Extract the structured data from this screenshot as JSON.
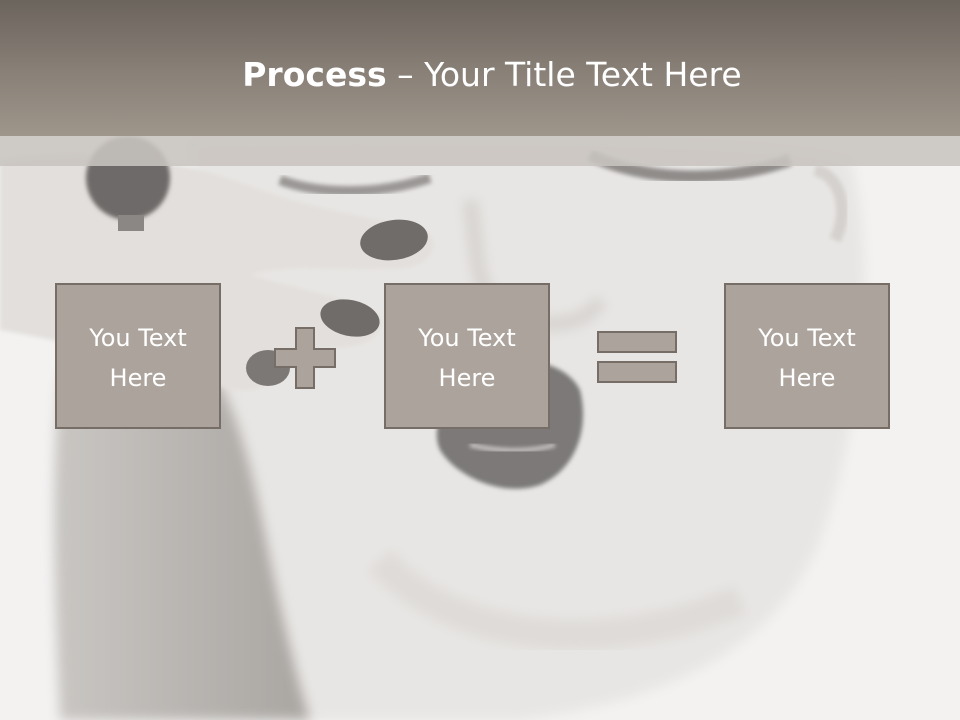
{
  "title": {
    "bold": "Process",
    "rest": " – Your Title Text Here"
  },
  "process": {
    "step1": "You Text Here",
    "step2": "You Text Here",
    "result": "You Text Here",
    "operator1": "plus-icon",
    "operator2": "equals-icon"
  },
  "colors": {
    "title_bar": "#8a8178",
    "box_fill": "#aca49c",
    "box_border": "#766e66",
    "text": "#ffffff"
  }
}
